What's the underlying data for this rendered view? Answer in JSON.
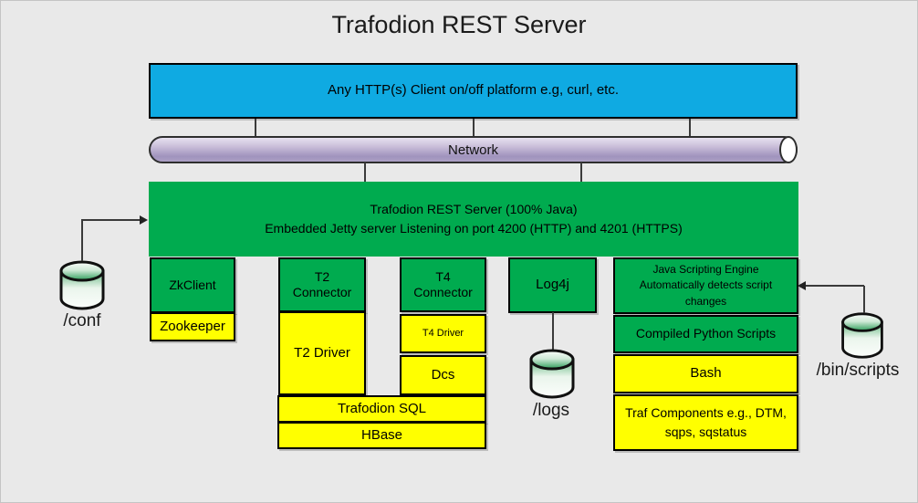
{
  "title": "Trafodion REST Server",
  "colors": {
    "client_blue": "#0FAAE2",
    "component_green": "#00AB4F",
    "component_yellow": "#FFFF00",
    "network_purple": "#ACA0C4",
    "background": "#E9E9E9"
  },
  "client_box": {
    "label": "Any HTTP(s) Client on/off platform e.g, curl, etc."
  },
  "network": {
    "label": "Network"
  },
  "rest_server": {
    "line1": "Trafodion REST Server (100% Java)",
    "line2": "Embedded Jetty server Listening on port 4200 (HTTP) and 4201 (HTTPS)"
  },
  "components": {
    "zkclient": {
      "label": "ZkClient"
    },
    "zookeeper": {
      "label": "Zookeeper"
    },
    "t2_connector": {
      "label": "T2 Connector"
    },
    "t2_driver": {
      "label": "T2 Driver"
    },
    "t4_connector": {
      "label": "T4 Connector"
    },
    "t4_driver": {
      "label": "T4 Driver"
    },
    "dcs": {
      "label": "Dcs"
    },
    "trafodion_sql": {
      "label": "Trafodion SQL"
    },
    "hbase": {
      "label": "HBase"
    },
    "log4j": {
      "label": "Log4j"
    },
    "java_scripting_engine": {
      "line1": "Java Scripting Engine",
      "line2": "Automatically detects script changes"
    },
    "compiled_python_scripts": {
      "label": "Compiled Python Scripts"
    },
    "bash": {
      "label": "Bash"
    },
    "traf_components": {
      "label": "Traf Components e.g., DTM, sqps, sqstatus"
    }
  },
  "storage": {
    "conf": {
      "label": "/conf",
      "icon": "database-cylinder-icon"
    },
    "logs": {
      "label": "/logs",
      "icon": "database-cylinder-icon"
    },
    "bin_scripts": {
      "label": "/bin/scripts",
      "icon": "database-cylinder-icon"
    }
  }
}
